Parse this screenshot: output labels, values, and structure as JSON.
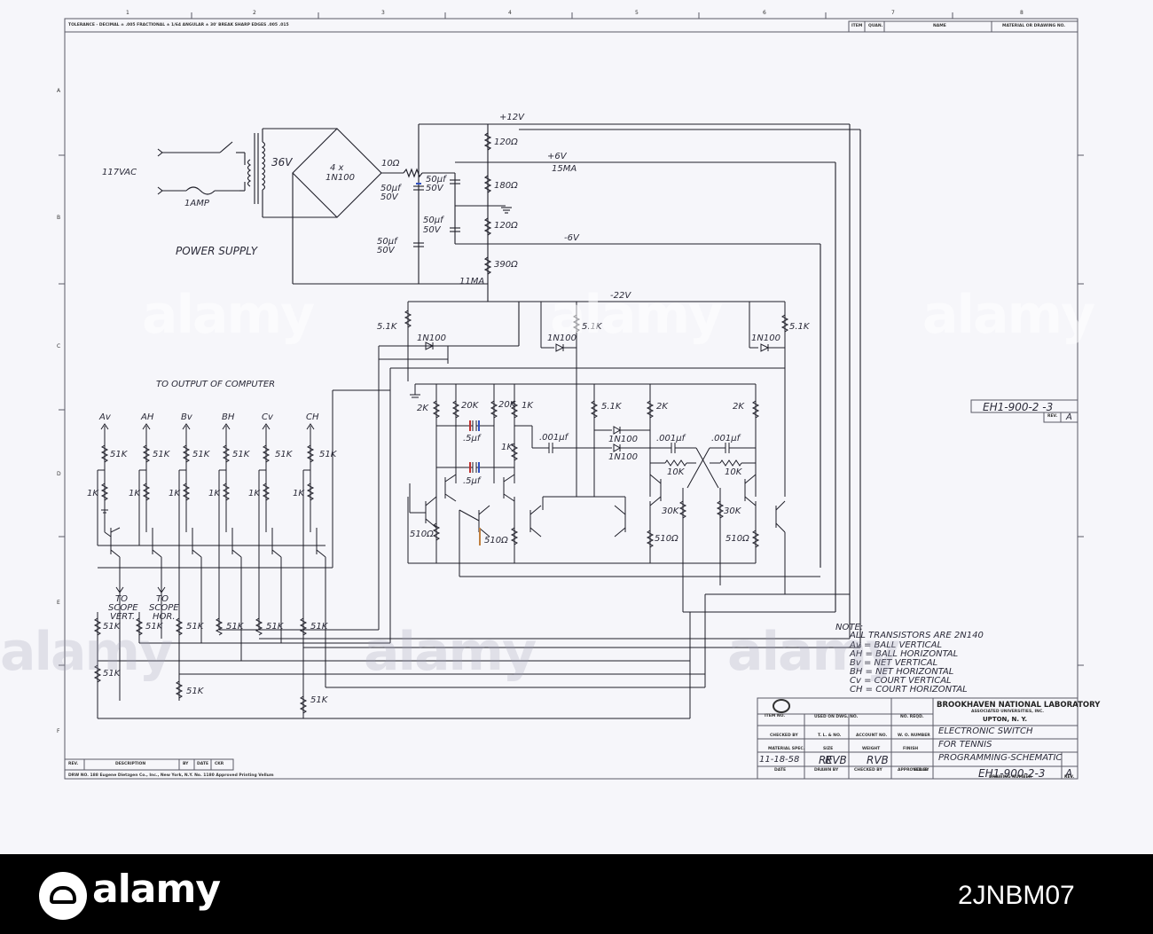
{
  "sheet": {
    "col_numbers": [
      "1",
      "2",
      "3",
      "4",
      "5",
      "6",
      "7",
      "8"
    ],
    "row_letters": [
      "A",
      "B",
      "C",
      "D",
      "E",
      "F"
    ],
    "tolerance_note": "TOLERANCE - DECIMAL ± .005   FRACTIONAL ± 1/64   ANGULAR ± 30'     BREAK SHARP EDGES .005    .015",
    "parts_list_header": [
      "ITEM",
      "QUAN.",
      "NAME",
      "MATERIAL OR DRAWING NO."
    ],
    "revision_header": [
      "REV.",
      "DESCRIPTION",
      "BY",
      "DATE",
      "CKR"
    ],
    "form_note": "DRW NO. 188       Eugene Dietzgen Co., Inc., New York, N.Y.     No. 1180 Approved Printing Vellum"
  },
  "drawing_number_box": {
    "number": "EH1-900-2  -3",
    "rev_label": "REV.",
    "rev": "A"
  },
  "power_supply": {
    "title": "POWER SUPPLY",
    "input": "117VAC",
    "fuse": "1AMP",
    "transformer": "36V",
    "bridge_count": "4 x",
    "bridge_diode": "1N100",
    "series_resistor": "10Ω",
    "cap_a": [
      "50μf",
      "50V"
    ],
    "cap_b": [
      "50μf",
      "50V"
    ],
    "cap_c": [
      "50μf",
      "50V"
    ],
    "cap_d": [
      "50μf",
      "50V"
    ],
    "rail_12v": "+12V",
    "rail_6v": "+6V",
    "rail_6v_current": "15MA",
    "rail_neg6v": "-6V",
    "rail_neg22v": "-22V",
    "divider": [
      "120Ω",
      "180Ω",
      "120Ω",
      "390Ω"
    ],
    "current_11ma": "11MA"
  },
  "switch_circuit": {
    "r_5_1k": "5.1K",
    "diode": "1N100",
    "r_2k": "2K",
    "r_20k": "20K",
    "r_1k": "1K",
    "c_5uf": ".5μf",
    "c_001uf": ".001μf",
    "r_10k": "10K",
    "r_30k": "30K",
    "r_510": "510Ω"
  },
  "inputs": {
    "heading": "TO OUTPUT OF COMPUTER",
    "channels": [
      "Av",
      "AH",
      "Bv",
      "BH",
      "Cv",
      "CH"
    ],
    "r_51k": "51K",
    "r_1k": "1K",
    "scope_vert": [
      "TO",
      "SCOPE",
      "VERT."
    ],
    "scope_hor": [
      "TO",
      "SCOPE",
      "HOR."
    ]
  },
  "notes": {
    "heading": "NOTE:",
    "lines": [
      "ALL TRANSISTORS ARE 2N140",
      "Av = BALL VERTICAL",
      "AH = BALL HORIZONTAL",
      "Bv = NET VERTICAL",
      "BH = NET HORIZONTAL",
      "Cv = COURT VERTICAL",
      "CH = COURT HORIZONTAL"
    ]
  },
  "title_block": {
    "lab": "BROOKHAVEN NATIONAL LABORATORY",
    "operator": "ASSOCIATED UNIVERSITIES, INC.",
    "location": "UPTON, N. Y.",
    "title_lines": [
      "ELECTRONIC SWITCH",
      "FOR TENNIS",
      "PROGRAMMING-SCHEMATIC"
    ],
    "drawing_no": "EH1-900-2-3",
    "rev": "A",
    "date": "11-18-58",
    "drawn_by": "RE",
    "checked_by": "RVB",
    "approved_by": "RVB",
    "labels": {
      "item_no": "ITEM NO.",
      "used_on": "USED ON DWG. NO.",
      "no_regd": "NO. REQD.",
      "checked": "CHECKED BY",
      "job_no": "T. L. & NO.",
      "account": "ACCOUNT NO.",
      "wo": "W. O. NUMBER",
      "material": "MATERIAL SPEC.",
      "size": "SIZE",
      "weight": "WEIGHT",
      "finish": "FINISH",
      "date": "DATE",
      "drawn": "DRAWN BY",
      "checked_by": "CHECKED BY",
      "approved": "APPROVED BY",
      "scale": "SCALE",
      "drawing_number": "DRAWING NUMBER",
      "rev": "REV."
    }
  }
}
